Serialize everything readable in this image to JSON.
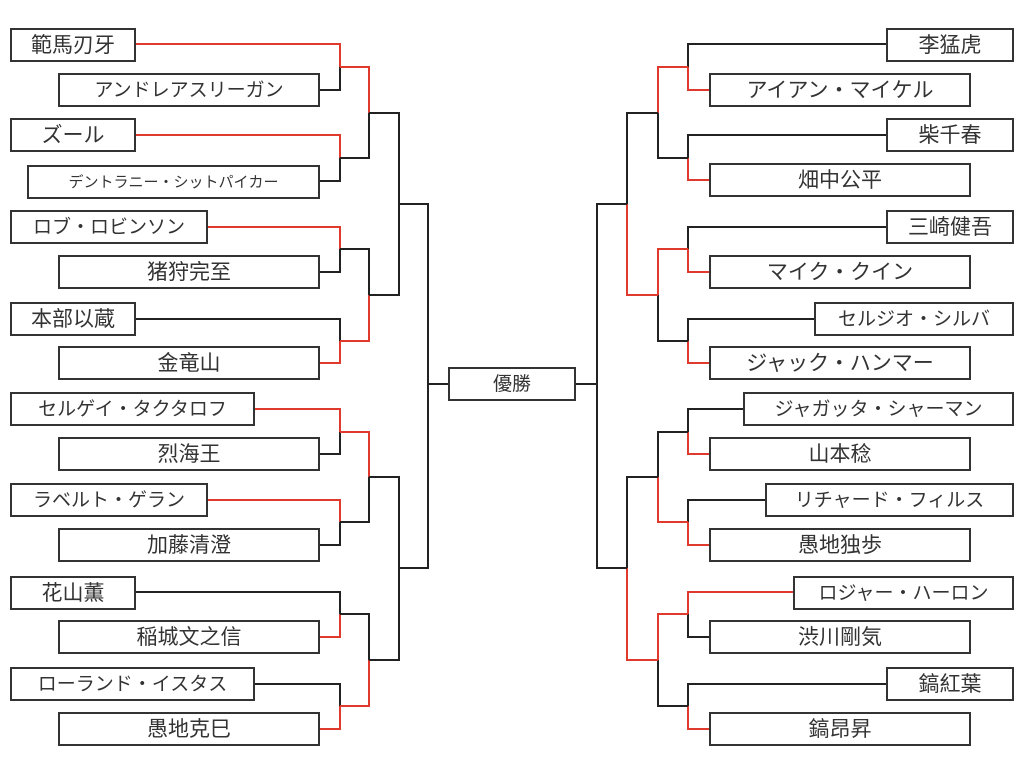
{
  "colors": {
    "line": "#222222",
    "winner": "#e03a2f",
    "box_border": "#333333",
    "text": "#333333"
  },
  "champion_label": "優勝",
  "left": [
    "範馬刃牙",
    "アンドレアスリーガン",
    "ズール",
    "デントラニー・シットパイカー",
    "ロブ・ロビンソン",
    "猪狩完至",
    "本部以蔵",
    "金竜山",
    "セルゲイ・タクタロフ",
    "烈海王",
    "ラベルト・ゲラン",
    "加藤清澄",
    "花山薫",
    "稲城文之信",
    "ローランド・イスタス",
    "愚地克巳"
  ],
  "right": [
    "李猛虎",
    "アイアン・マイケル",
    "柴千春",
    "畑中公平",
    "三崎健吾",
    "マイク・クイン",
    "セルジオ・シルバ",
    "ジャック・ハンマー",
    "ジャガッタ・シャーマン",
    "山本稔",
    "リチャード・フィルス",
    "愚地独歩",
    "ロジャー・ハーロン",
    "渋川剛気",
    "鎬紅葉",
    "鎬昂昇"
  ]
}
